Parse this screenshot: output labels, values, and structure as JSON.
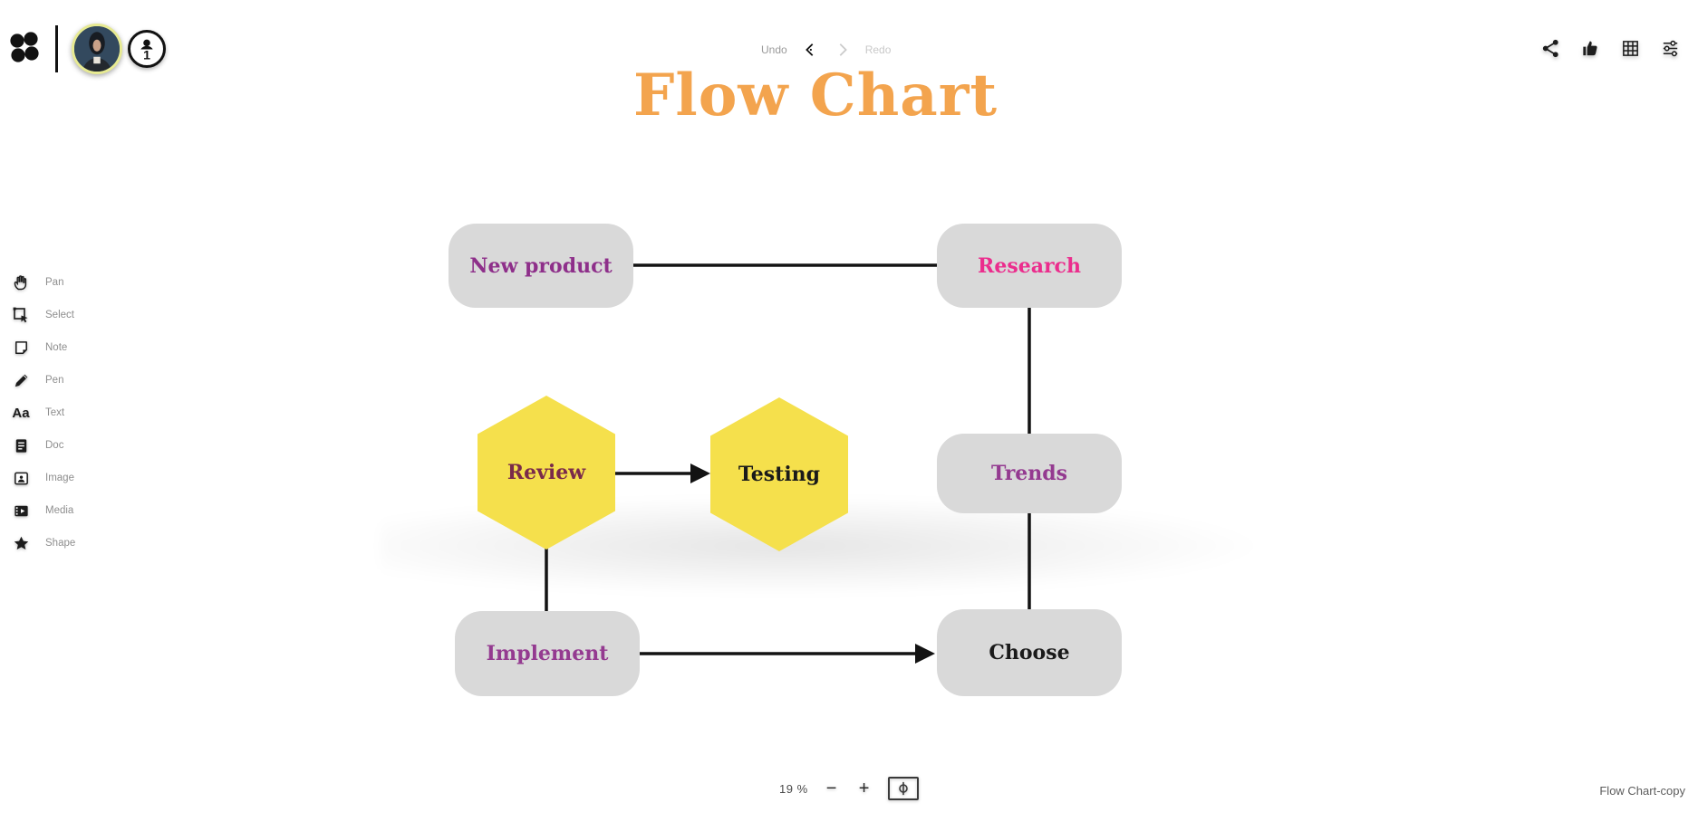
{
  "app": {
    "logo_icon": "milanote-logo",
    "collaboration": {
      "avatar_ring_color": "#e7ea92",
      "user_count": "1"
    }
  },
  "topbar": {
    "undo_label": "Undo",
    "redo_label": "Redo",
    "right_icons": [
      "share",
      "thumbs-up",
      "grid",
      "adjustments"
    ]
  },
  "toolbar": {
    "items": [
      {
        "label": "Pan",
        "icon": "hand-icon"
      },
      {
        "label": "Select",
        "icon": "select-icon"
      },
      {
        "label": "Note",
        "icon": "note-icon"
      },
      {
        "label": "Pen",
        "icon": "pen-icon"
      },
      {
        "label": "Text",
        "icon": "text-icon"
      },
      {
        "label": "Doc",
        "icon": "doc-icon"
      },
      {
        "label": "Image",
        "icon": "image-icon"
      },
      {
        "label": "Media",
        "icon": "media-icon"
      },
      {
        "label": "Shape",
        "icon": "shape-icon"
      }
    ]
  },
  "board": {
    "title": "Flow Chart",
    "title_color": "#f3a44e"
  },
  "flowchart": {
    "rect_fill": "#d9d9d9",
    "hexagon_fill": "#f5e04c",
    "connector_color": "#131313",
    "nodes": [
      {
        "id": "new-product",
        "label": "New product",
        "shape": "rounded-rect",
        "label_color": "#8e2f8a"
      },
      {
        "id": "research",
        "label": "Research",
        "shape": "rounded-rect",
        "label_color": "#eb2d8d"
      },
      {
        "id": "review",
        "label": "Review",
        "shape": "hexagon",
        "label_color": "#7a2b4a"
      },
      {
        "id": "testing",
        "label": "Testing",
        "shape": "hexagon",
        "label_color": "#1a1a1a"
      },
      {
        "id": "trends",
        "label": "Trends",
        "shape": "rounded-rect",
        "label_color": "#943a90"
      },
      {
        "id": "implement",
        "label": "Implement",
        "shape": "rounded-rect",
        "label_color": "#943a90"
      },
      {
        "id": "choose",
        "label": "Choose",
        "shape": "rounded-rect",
        "label_color": "#1a1a1a"
      }
    ],
    "edges": [
      {
        "from": "new-product",
        "to": "research",
        "arrow": false
      },
      {
        "from": "research",
        "to": "trends",
        "arrow": false
      },
      {
        "from": "review",
        "to": "testing",
        "arrow": true
      },
      {
        "from": "review",
        "to": "implement",
        "arrow": false
      },
      {
        "from": "trends",
        "to": "choose",
        "arrow": false
      },
      {
        "from": "implement",
        "to": "choose",
        "arrow": true
      }
    ]
  },
  "zoombar": {
    "zoom_level": "19 %",
    "zoom_out_label": "−",
    "zoom_in_label": "+"
  },
  "footer": {
    "board_name": "Flow Chart-copy"
  }
}
